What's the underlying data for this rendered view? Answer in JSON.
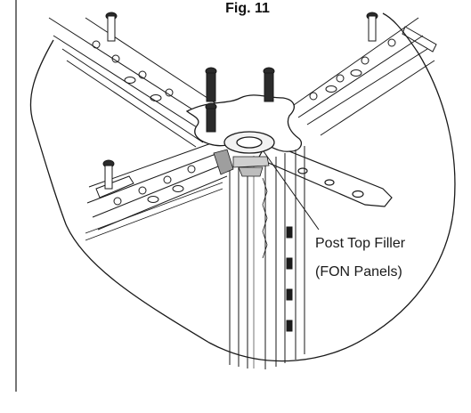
{
  "figure": {
    "title": "Fig. 11",
    "callout_line1": "Post Top Filler",
    "callout_line2": "(FON Panels)"
  },
  "parts": {
    "bolts": [
      "bolt-icon",
      "bolt-icon",
      "bolt-icon",
      "bolt-icon",
      "bolt-icon",
      "bolt-icon",
      "bolt-icon"
    ],
    "connector": "cross-connector-plate",
    "post": "vertical-post",
    "filler": "post-top-filler"
  },
  "colors": {
    "line": "#1a1a1a",
    "shade": "#bdbdbd",
    "dark": "#2b2b2b",
    "background": "#ffffff"
  }
}
